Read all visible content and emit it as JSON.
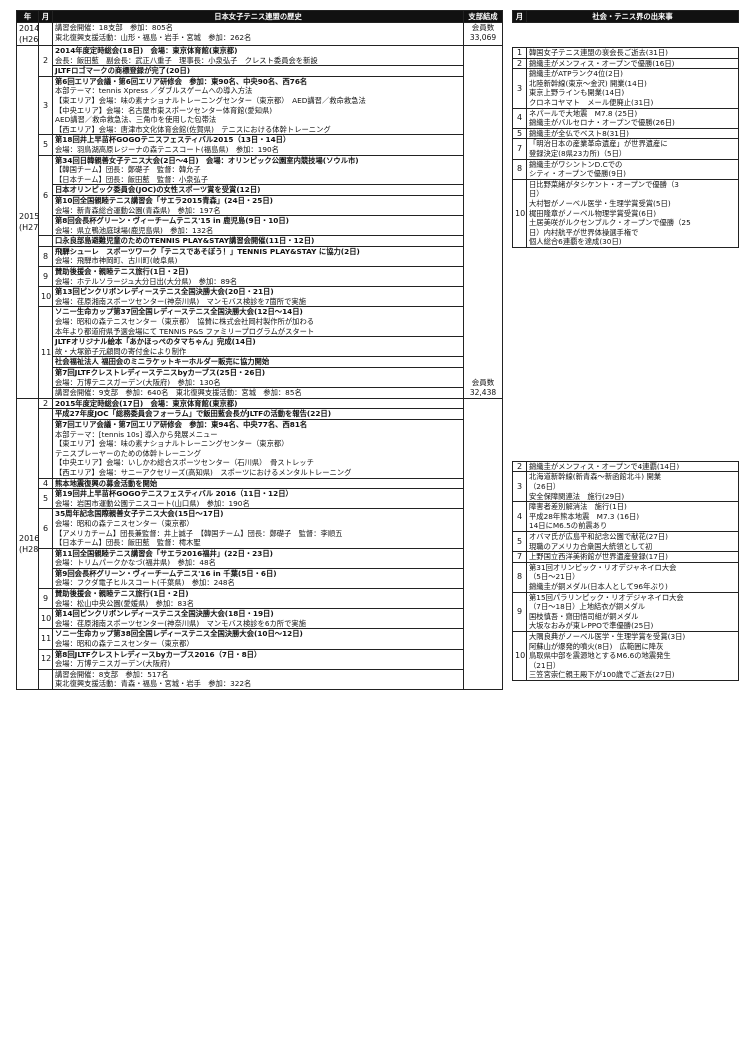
{
  "headers": {
    "left": [
      "年",
      "月",
      "日本女子テニス連盟の歴史",
      "支部結成"
    ],
    "right": [
      "月",
      "社会・テニス界の出来事"
    ]
  },
  "years": {
    "y2014": [
      "2014",
      "(H26)"
    ],
    "y2015": [
      "2015",
      "(H27)"
    ],
    "y2016": [
      "2016",
      "(H28)"
    ]
  },
  "counts": {
    "c2014": [
      "会員数",
      "33,069"
    ],
    "c2015": [
      "会員数",
      "32,438"
    ]
  },
  "left_rows": [
    {
      "month": "",
      "lines": [
        {
          "t": "講習会開催：18支部　参加：805名",
          "b": false
        },
        {
          "t": "東北復興支援活動：山形・福島・岩手・宮城　参加：262名",
          "b": false
        }
      ]
    },
    {
      "month": "2",
      "lines": [
        {
          "t": "2014年度定時総会(18日)　会場：東京体育館(東京都)",
          "b": true
        },
        {
          "t": "会長：飯田藍　副会長：武正八重子　理事長：小泉弘子　クレスト委員会を新設",
          "b": false
        }
      ]
    },
    {
      "month": "",
      "lines": [
        {
          "t": "JLTFロゴマークの商標登録が完了(20日)",
          "b": true
        }
      ]
    },
    {
      "month": "3",
      "lines": [
        {
          "t": "第6回エリア会議・第6回エリア研修会　参加：東90名、中央90名、西76名",
          "b": true
        },
        {
          "t": "本部テーマ：tennis Xpress ／ダブルスゲームへの導入方法",
          "b": false
        },
        {
          "t": "【東エリア】会場：味の素ナショナルトレーニングセンター（東京都）　AED講習／救命救急法",
          "b": false
        },
        {
          "t": "【中央エリア】会場：名古屋市東スポーツセンター体育館(愛知県)",
          "b": false
        },
        {
          "t": "AED講習／救命救急法、三角巾を使用した包帯法",
          "b": false
        },
        {
          "t": "【西エリア】会場：唐津市文化体育会館(佐賀県)　テニスにおける体幹トレーニング",
          "b": false
        }
      ]
    },
    {
      "month": "5",
      "lines": [
        {
          "t": "第18回井上早苗杯GOGOテニスフェスティバル2015（13日・14日）",
          "b": true
        },
        {
          "t": "会場：羽鳥湖高原レジーナの森テニスコート(福島県)　参加：190名",
          "b": false
        }
      ]
    },
    {
      "month": "6",
      "lines": [
        {
          "t": "第34回日韓親善女子テニス大会(2日～4日)　会場：オリンピック公園室内競技場(ソウル市)",
          "b": true
        },
        {
          "t": "【韓国チーム】団長：鄭礎子　監督：韓允子",
          "b": false
        },
        {
          "t": "【日本チーム】団長：飯田藍　監督：小泉弘子",
          "b": false
        }
      ]
    },
    {
      "month": "",
      "lines": [
        {
          "t": "日本オリンピック委員会(JOC)の女性スポーツ賞を受賞(12日)",
          "b": true
        }
      ]
    },
    {
      "month": "",
      "lines": [
        {
          "t": "第10回全国親睦テニス講習会「サエラ2015青森」(24日・25日)",
          "b": true
        },
        {
          "t": "会場：新青森総合運動公園(青森県)　参加：197名",
          "b": false
        }
      ]
    },
    {
      "month": "7",
      "lines": [
        {
          "t": "第8回会長杯グリーン・ヴィーチームテニス'15 in 鹿児島(9日・10日)",
          "b": true
        },
        {
          "t": "会場：県立鴨池庭球場(鹿児島県)　参加：132名",
          "b": false
        }
      ]
    },
    {
      "month": "",
      "lines": [
        {
          "t": "口永良部島避難児童のためのTENNIS PLAY&STAY講習会開催(11日・12日)",
          "b": true
        }
      ]
    },
    {
      "month": "8",
      "lines": [
        {
          "t": "飛騨シューレ　スポーツワーク「テニスであそぼう！」TENNIS PLAY&STAY に協力(2日)",
          "b": true
        },
        {
          "t": "会場：飛騨市神岡町、古川町(岐阜県)",
          "b": false
        }
      ]
    },
    {
      "month": "9",
      "lines": [
        {
          "t": "賛助後援会・親睦テニス旅行(1日・2日)",
          "b": true
        },
        {
          "t": "会場：ホテルソラージュ大分日出(大分県)　参加：89名",
          "b": false
        }
      ]
    },
    {
      "month": "10",
      "lines": [
        {
          "t": "第13回ピンクリボンレディーステニス全国決勝大会(20日・21日)",
          "b": true
        },
        {
          "t": "会場：荏原湘南スポーツセンター(神奈川県)　マンモバス検診を7箇所で実施",
          "b": false
        }
      ]
    },
    {
      "month": "11",
      "lines": [
        {
          "t": "ソニー生命カップ第37回全国レディーステニス全国決勝大会(12日～14日)",
          "b": true
        },
        {
          "t": "会場：昭和の森テニスセンター（東京都）　協賛に株式会社岡村製作所が加わる",
          "b": false
        },
        {
          "t": "本年より都道府県予選会場にて TENNIS P&S ファミリープログラムがスタート",
          "b": false
        }
      ]
    },
    {
      "month": "",
      "lines": [
        {
          "t": "JLTFオリジナル絵本「あかほっぺのタマちゃん」完成(14日)",
          "b": true
        },
        {
          "t": "故・大塚節子元顧問の寄付金により制作",
          "b": false
        }
      ]
    },
    {
      "month": "",
      "lines": [
        {
          "t": "社会福祉法人 福田会のミニラケットキーホルダー販売に協力開始",
          "b": true
        }
      ]
    },
    {
      "month": "",
      "lines": [
        {
          "t": "第7回JLTFクレストレディーステニスbyカーブス(25日・26日)",
          "b": true
        },
        {
          "t": "会場：万博テニスガーデン(大阪府)　参加：130名",
          "b": false
        }
      ]
    },
    {
      "month": "",
      "lines": [
        {
          "t": "講習会開催：9支部　参加：640名　東北復興支援活動：宮城　参加：85名",
          "b": false
        }
      ]
    },
    {
      "month": "2",
      "lines": [
        {
          "t": "2015年度定時総会(17日)　会場：東京体育館(東京都)",
          "b": true
        }
      ]
    },
    {
      "month": "",
      "lines": [
        {
          "t": "平成27年度JOC「総務委員会フォーラム」で飯田藍会長がJLTFの活動を報告(22日)",
          "b": true
        }
      ]
    },
    {
      "month": "3",
      "lines": [
        {
          "t": "第7回エリア会議・第7回エリア研修会　参加：東94名、中央77名、西81名",
          "b": true
        },
        {
          "t": "本部テーマ：[tennis 10s] 導入から発展メニュー",
          "b": false
        },
        {
          "t": "【東エリア】会場：味の素ナショナルトレーニングセンター（東京都）",
          "b": false
        },
        {
          "t": "テニスプレーヤーのための体幹トレーニング",
          "b": false
        },
        {
          "t": "【中央エリア】会場：いしかわ総合スポーツセンター（石川県）　骨ストレッチ",
          "b": false
        },
        {
          "t": "【西エリア】会場：サニーアクセリーズ(高知県)　スポーツにおけるメンタルトレーニング",
          "b": false
        }
      ]
    },
    {
      "month": "4",
      "lines": [
        {
          "t": "熊本地震復興の募金活動を開始",
          "b": true
        }
      ]
    },
    {
      "month": "5",
      "lines": [
        {
          "t": "第19回井上早苗杯GOGOテニスフェスティバル 2016（11日・12日）",
          "b": true
        },
        {
          "t": "会場：岩国市運動公園テニスコート(山口県)　参加：190名",
          "b": false
        }
      ]
    },
    {
      "month": "6",
      "lines": [
        {
          "t": "35周年記念国際親善女子テニス大会(15日～17日)",
          "b": true
        },
        {
          "t": "会場：昭和の森テニスセンター（東京都）",
          "b": false
        },
        {
          "t": "【アメリカチーム】団長兼監督：井上誠子　【韓国チーム】団長：鄭礎子　監督：李順五",
          "b": false
        },
        {
          "t": "【日本チーム】団長：飯田藍　監督：樗木聖",
          "b": false
        }
      ]
    },
    {
      "month": "",
      "lines": [
        {
          "t": "第11回全国親睦テニス講習会「サエラ2016福井」(22日・23日)",
          "b": true
        },
        {
          "t": "会場：トリムパークかなづ(福井県)　参加：48名",
          "b": false
        }
      ]
    },
    {
      "month": "7",
      "lines": [
        {
          "t": "第9回会長杯グリーン・ヴィーチームテニス'16 in 千葉(5日・6日)",
          "b": true
        },
        {
          "t": "会場：フクダ電子ヒルスコート(千葉県)　参加：248名",
          "b": false
        }
      ]
    },
    {
      "month": "9",
      "lines": [
        {
          "t": "賛助後援会・親睦テニス旅行(1日・2日)",
          "b": true
        },
        {
          "t": "会場：松山中央公園(愛媛県)　参加：83名",
          "b": false
        }
      ]
    },
    {
      "month": "10",
      "lines": [
        {
          "t": "第14回ピンクリボンレディーステニス全国決勝大会(18日・19日)",
          "b": true
        },
        {
          "t": "会場：荏原湘南スポーツセンター(神奈川県)　マンモバス検診を6カ所で実施",
          "b": false
        }
      ]
    },
    {
      "month": "11",
      "lines": [
        {
          "t": "ソニー生命カップ第38回全国レディーステニス全国決勝大会(10日～12日)",
          "b": true
        },
        {
          "t": "会場：昭和の森テニスセンター（東京都）",
          "b": false
        }
      ]
    },
    {
      "month": "12",
      "lines": [
        {
          "t": "第8回JLTFクレストレディースbyカーブス2016（7日・8日）",
          "b": true
        },
        {
          "t": "会場：万博テニスガーデン(大阪府)",
          "b": false
        }
      ]
    },
    {
      "month": "",
      "lines": [
        {
          "t": "講習会開催：8支部　参加：517名",
          "b": false
        },
        {
          "t": "東北復興支援活動：青森・福島・宮城・岩手　参加：322名",
          "b": false
        }
      ]
    }
  ],
  "right_rows": [
    {
      "month": "1",
      "lines": [
        "韓国女子テニス連盟の裵会長ご逝去(31日)"
      ]
    },
    {
      "month": "2",
      "lines": [
        "錦織圭がメンフィス・オープンで優勝(16日)"
      ]
    },
    {
      "month": "3",
      "lines": [
        "錦織圭がATPランク4位(2日)",
        "北陸新幹線(東京～金沢) 開業(14日)",
        "東京上野ラインも開業(14日)",
        "クロネコヤマト　メール便廃止(31日)"
      ]
    },
    {
      "month": "4",
      "lines": [
        "ネパールで大地震　M7.8 (25日)",
        "錦織圭がバルセロナ・オープンで優勝(26日)"
      ]
    },
    {
      "month": "5",
      "lines": [
        "錦織圭が全仏でベスト8(31日)"
      ]
    },
    {
      "month": "7",
      "lines": [
        "「明治日本の産業革命遺産」が世界遺産に",
        "登録決定(8県23カ所)（5日）"
      ]
    },
    {
      "month": "8",
      "lines": [
        "錦織圭がワシントンD.Cでの",
        "シティ・オープンで優勝(9日)"
      ]
    },
    {
      "month": "10",
      "lines": [
        "日比野菜緒がタシケント・オープンで優勝（3",
        "日）",
        "大村智がノーベル医学・生理学賞受賞(5日)",
        "梶田隆章がノーベル物理学賞受賞(6日)",
        "土居美咲がルクセンブルク・オープンで優勝（25",
        "日）内村航平が世界体操選手権で",
        "個人総合6連覇を達成(30日)"
      ]
    },
    {
      "month": "2",
      "lines": [
        "錦織圭がメンフィス・オープンで4連覇(14日)"
      ]
    },
    {
      "month": "3",
      "lines": [
        "北海道新幹線(新青森～新函館北斗) 開業",
        "（26日）",
        "安全保障関連法　施行(29日)"
      ]
    },
    {
      "month": "4",
      "lines": [
        "障害者差別解消法　施行(1日)",
        "平成28年熊本地震　M7.3 (16日)",
        "14日にM6.5の前震あり"
      ]
    },
    {
      "month": "5",
      "lines": [
        "オバマ氏が広島平和記念公園で献花(27日)",
        "現職のアメリカ合衆国大統領として初"
      ]
    },
    {
      "month": "7",
      "lines": [
        "上野国立西洋美術館が世界遺産登録(17日)"
      ]
    },
    {
      "month": "8",
      "lines": [
        "第31回オリンピック・リオデジャネイロ大会",
        "（5日～21日）",
        "錦織圭が銅メダル(日本人として96年ぶり)"
      ]
    },
    {
      "month": "9",
      "lines": [
        "第15回パラリンピック・リオデジャネイロ大会",
        "（7日～18日）上地結衣が銅メダル",
        "国枝慎吾・齋田悟司組が銅メダル",
        "大坂なおみが東レPPOで準優勝(25日)"
      ]
    },
    {
      "month": "10",
      "lines": [
        "大隅良典がノーベル医学・生理学賞を受賞(3日)",
        "阿蘇山が爆発的噴火(8日)　広範囲に降灰",
        "鳥取県中部を震源地とするM6.6の地震発生",
        "（21日）",
        "三笠宮崇仁親王殿下が100歳でご逝去(27日)"
      ]
    }
  ]
}
